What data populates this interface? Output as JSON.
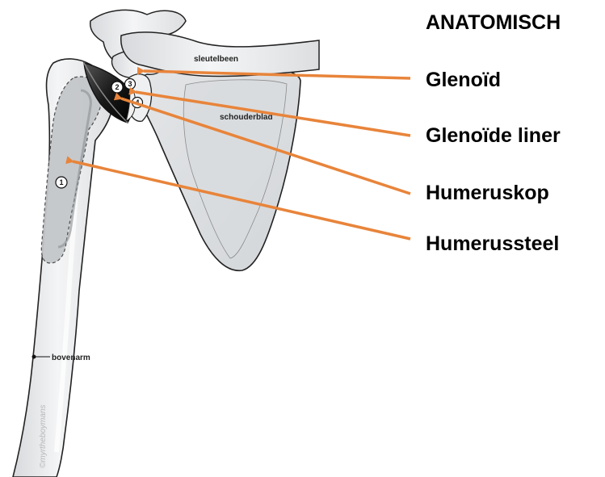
{
  "heading": "ANATOMISCH",
  "callouts": [
    {
      "text": "Glenoïd"
    },
    {
      "text": "Glenoïde liner"
    },
    {
      "text": "Humeruskop"
    },
    {
      "text": "Humerussteel"
    }
  ],
  "bone_labels": {
    "clavicle": "sleutelbeen",
    "scapula": "schouderblad",
    "upper_arm": "bovenarm"
  },
  "part_numbers": [
    "1",
    "2",
    "3",
    "4"
  ],
  "credit": "©myrtheboymans",
  "colors": {
    "arrow": "#E8843A",
    "bone_fill": "#EDEEEF",
    "bone_stroke": "#222222",
    "implant_dark": "#1a1a1a",
    "text": "#000000"
  }
}
